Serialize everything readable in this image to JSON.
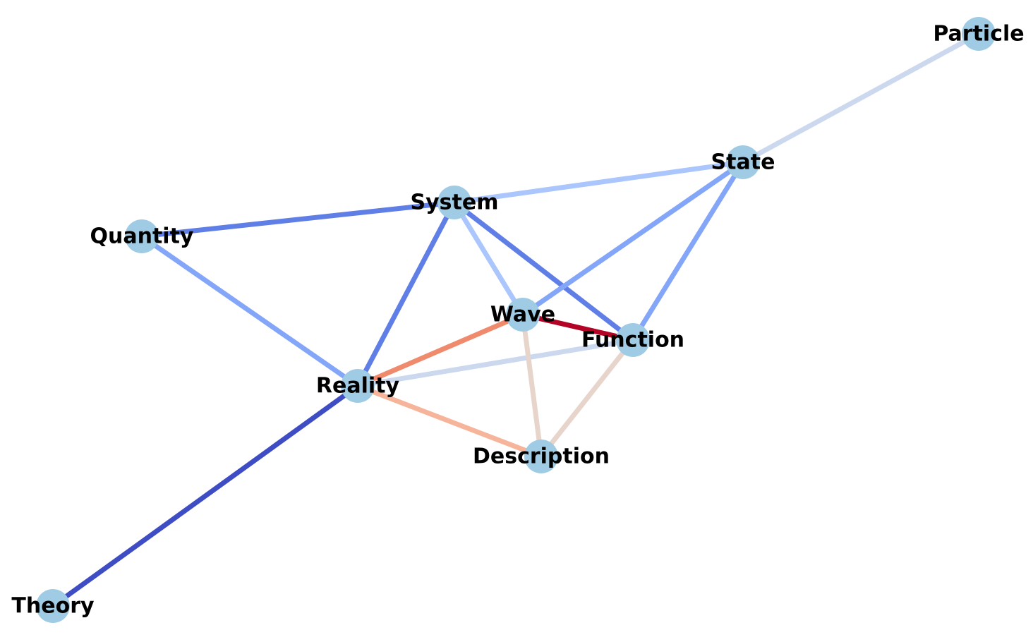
{
  "graph": {
    "node_color": "#a0cbe4",
    "nodes": [
      {
        "id": "particle",
        "label": "Particle"
      },
      {
        "id": "state",
        "label": "State"
      },
      {
        "id": "system",
        "label": "System"
      },
      {
        "id": "quantity",
        "label": "Quantity"
      },
      {
        "id": "wave",
        "label": "Wave"
      },
      {
        "id": "function",
        "label": "Function"
      },
      {
        "id": "reality",
        "label": "Reality"
      },
      {
        "id": "description",
        "label": "Description"
      },
      {
        "id": "theory",
        "label": "Theory"
      }
    ],
    "edges": [
      {
        "source": "state",
        "target": "particle",
        "color": "#cbd8ee"
      },
      {
        "source": "system",
        "target": "state",
        "color": "#aac6fc"
      },
      {
        "source": "quantity",
        "target": "system",
        "color": "#5f7fe6"
      },
      {
        "source": "system",
        "target": "reality",
        "color": "#5f7fe6"
      },
      {
        "source": "system",
        "target": "wave",
        "color": "#aac6fc"
      },
      {
        "source": "system",
        "target": "function",
        "color": "#5f7fe6"
      },
      {
        "source": "state",
        "target": "wave",
        "color": "#84a6f8"
      },
      {
        "source": "state",
        "target": "function",
        "color": "#84a6f8"
      },
      {
        "source": "quantity",
        "target": "reality",
        "color": "#84a6f8"
      },
      {
        "source": "wave",
        "target": "function",
        "color": "#b40426"
      },
      {
        "source": "reality",
        "target": "wave",
        "color": "#ef8a6d"
      },
      {
        "source": "reality",
        "target": "function",
        "color": "#cbd8ee"
      },
      {
        "source": "reality",
        "target": "description",
        "color": "#f6b59b"
      },
      {
        "source": "wave",
        "target": "description",
        "color": "#e7d5cb"
      },
      {
        "source": "function",
        "target": "description",
        "color": "#e7d5cb"
      },
      {
        "source": "reality",
        "target": "theory",
        "color": "#3e4dc4"
      }
    ]
  }
}
